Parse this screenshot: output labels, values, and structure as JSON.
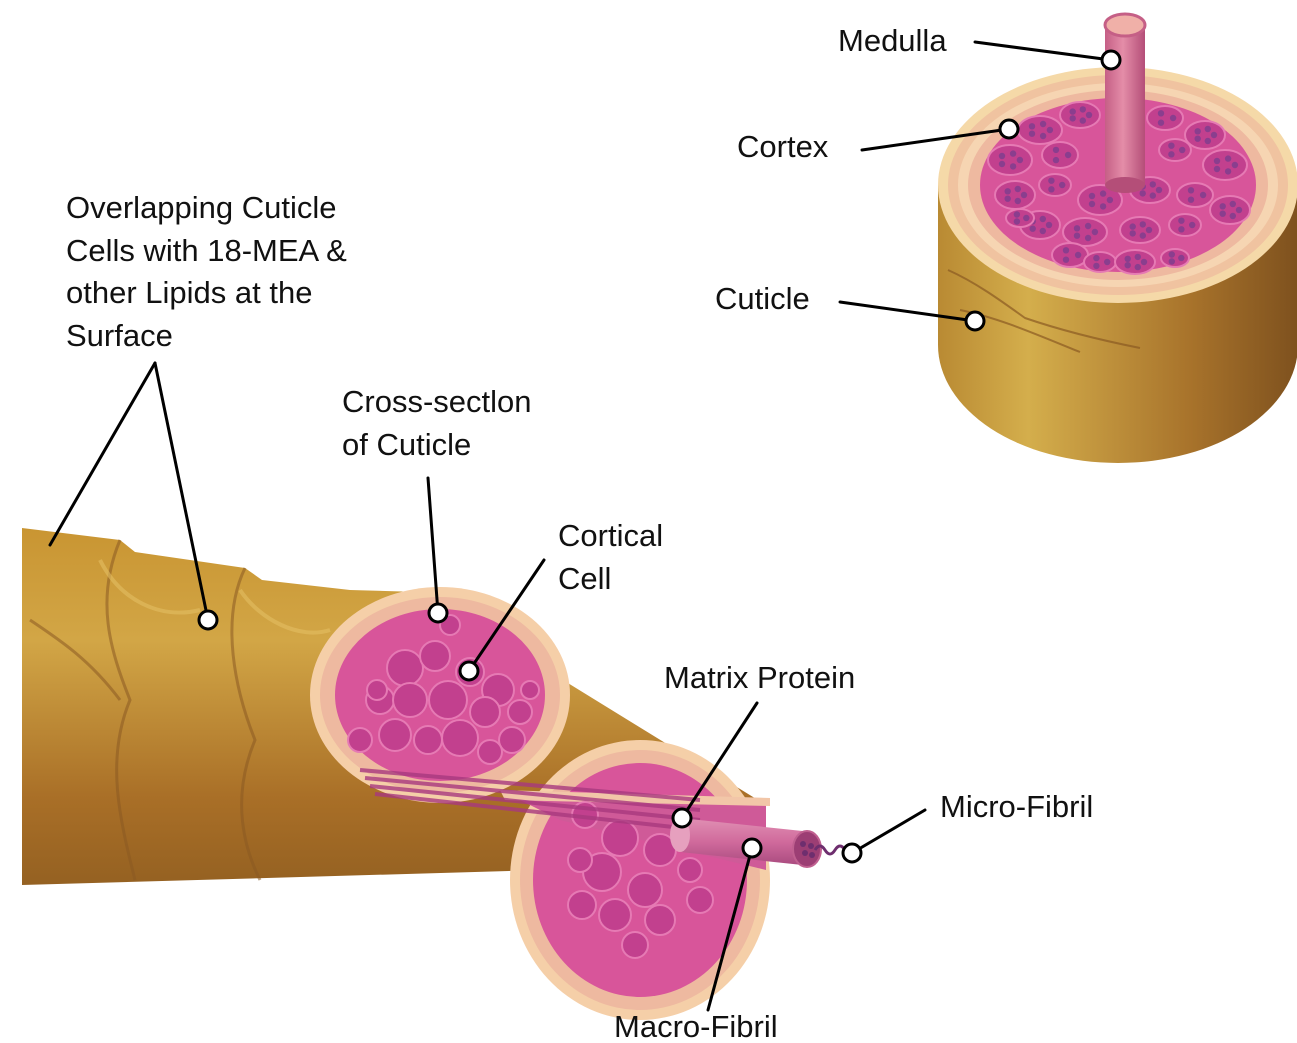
{
  "labels": {
    "medulla": "Medulla",
    "cortex": "Cortex",
    "cuticle": "Cuticle",
    "overlapping": [
      "Overlapping Cuticle",
      "Cells with 18-MEA &",
      "other Lipids at the",
      "Surface"
    ],
    "cross_section": [
      "Cross-sectlon",
      "of Cuticle"
    ],
    "cortical_cell": [
      "Cortical",
      "Cell"
    ],
    "matrix_protein": "Matrix Protein",
    "micro_fibril": "Micro-Fibril",
    "macro_fibril": "Macro-Fibril"
  },
  "colors": {
    "cuticle_gold": "#C99A3A",
    "cuticle_dark": "#8F5D1F",
    "cuticle_layer": "#F2C6A8",
    "cortex_pink": "#D8559A",
    "cell_magenta": "#C2408E",
    "granule": "#8A3E8E",
    "medulla": "#E6A0A6"
  }
}
